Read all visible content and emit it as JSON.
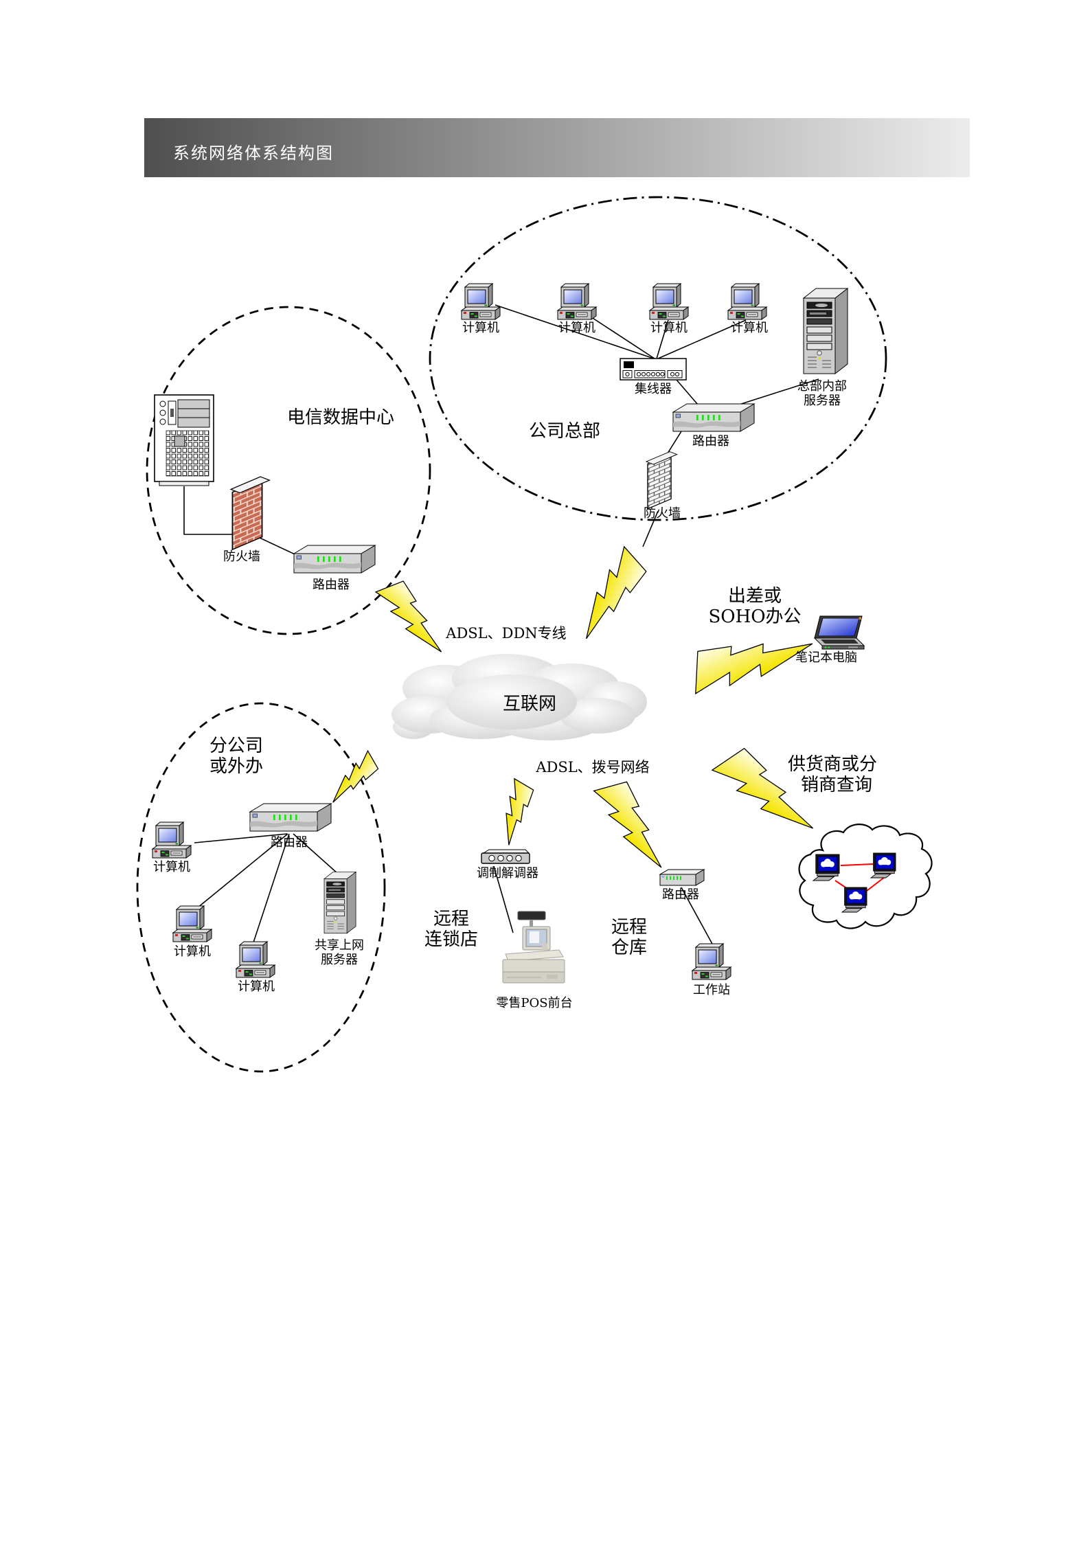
{
  "title": "系统网络体系结构图",
  "telecom": {
    "name": "电信数据中心",
    "firewall": "防火墙",
    "router": "路由器"
  },
  "hq": {
    "name": "公司总部",
    "pc1": "计算机",
    "pc2": "计算机",
    "pc3": "计算机",
    "pc4": "计算机",
    "hub": "集线器",
    "server_line1": "总部内部",
    "server_line2": "服务器",
    "router": "路由器",
    "firewall": "防火墙"
  },
  "internet": {
    "name": "互联网",
    "link_left": "ADSL、DDN专线",
    "link_bottom": "ADSL、拨号网络"
  },
  "soho": {
    "line1": "出差或",
    "line2": "SOHO办公",
    "laptop": "笔记本电脑"
  },
  "branch": {
    "line1": "分公司",
    "line2": "或外办",
    "router": "路由器",
    "pc1": "计算机",
    "pc2": "计算机",
    "pc3": "计算机",
    "server_line1": "共享上网",
    "server_line2": "服务器"
  },
  "store": {
    "line1": "远程",
    "line2": "连锁店",
    "modem": "调制解调器",
    "pos": "零售POS前台"
  },
  "warehouse": {
    "line1": "远程",
    "line2": "仓库",
    "router": "路由器",
    "workstation": "工作站"
  },
  "supplier": {
    "line1": "供货商或分",
    "line2": "销商查询"
  },
  "colors": {
    "title_bar_left": "#4f4f4f",
    "title_bar_right": "#ececec",
    "title_text": "#ffffff",
    "bolt_yellow": "#f5e500",
    "brick_red": "#c96a52",
    "led_green": "#19e019",
    "supplier_link_red": "#ff0000",
    "screen_blue": "#6b7fe6"
  }
}
